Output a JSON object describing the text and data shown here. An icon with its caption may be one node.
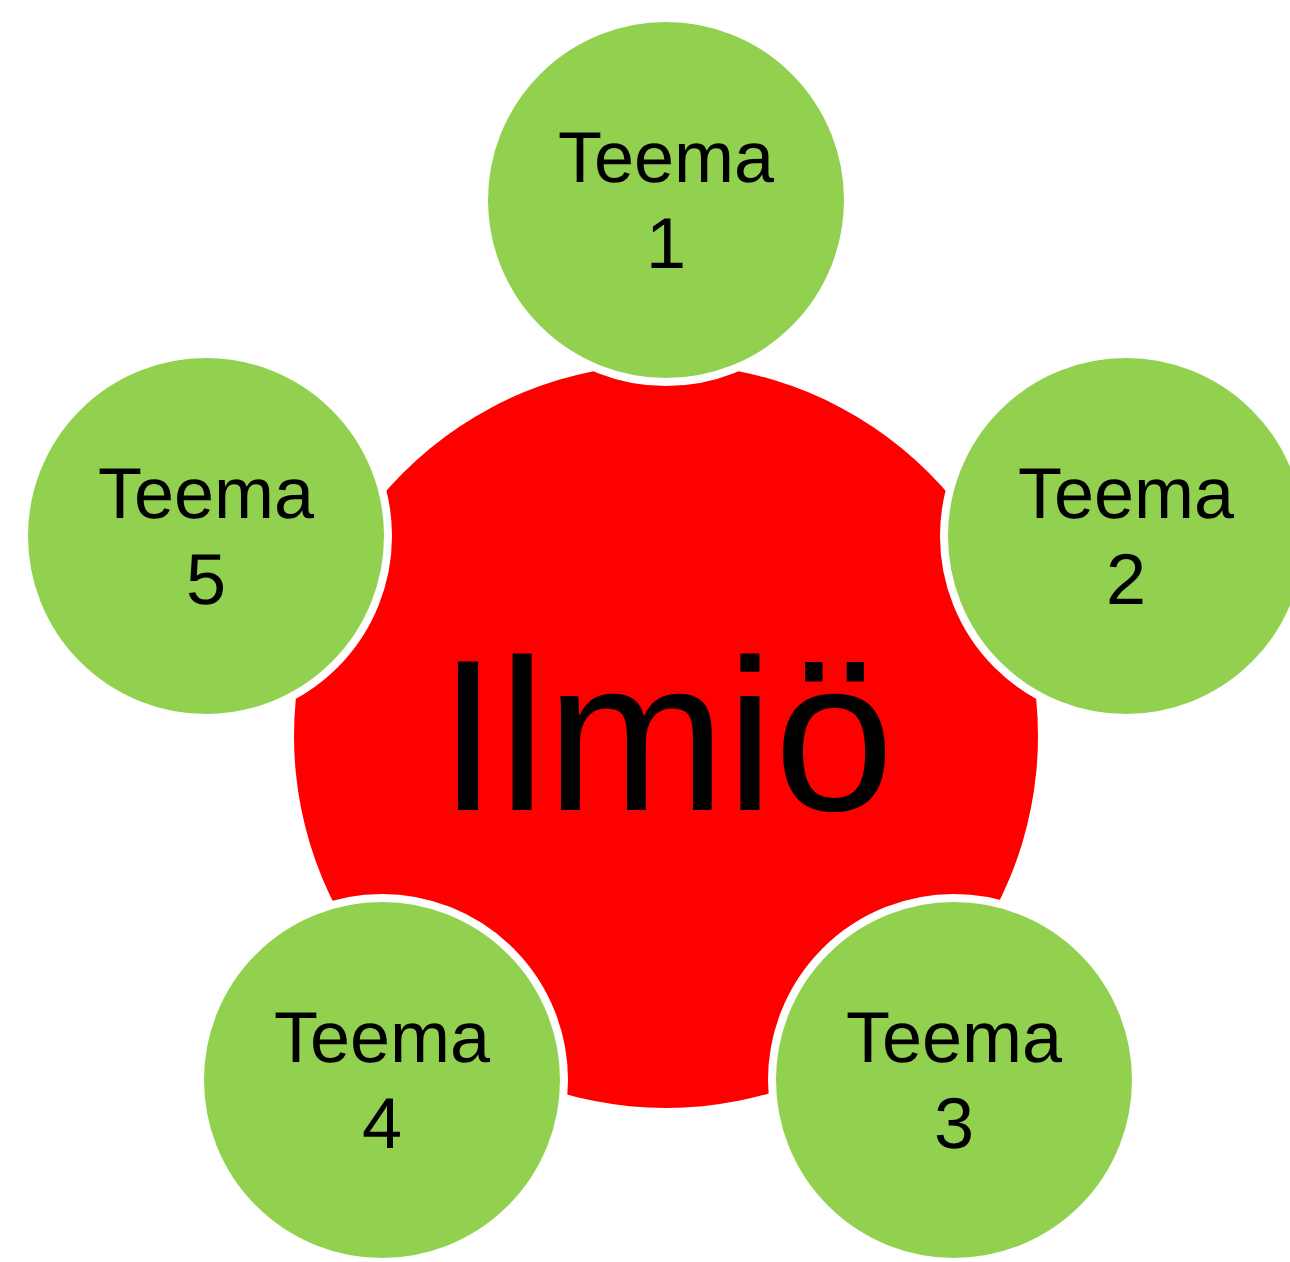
{
  "diagram": {
    "nodes": [
      {
        "text": [
          "Ilmiö"
        ]
      },
      {
        "text": [
          "Teema 1"
        ]
      },
      {
        "text": [
          "Teema 2"
        ]
      },
      {
        "text": [
          "Teema 3"
        ]
      },
      {
        "text": [
          "Teema 4"
        ]
      },
      {
        "text": [
          "Teema 5"
        ]
      }
    ]
  }
}
